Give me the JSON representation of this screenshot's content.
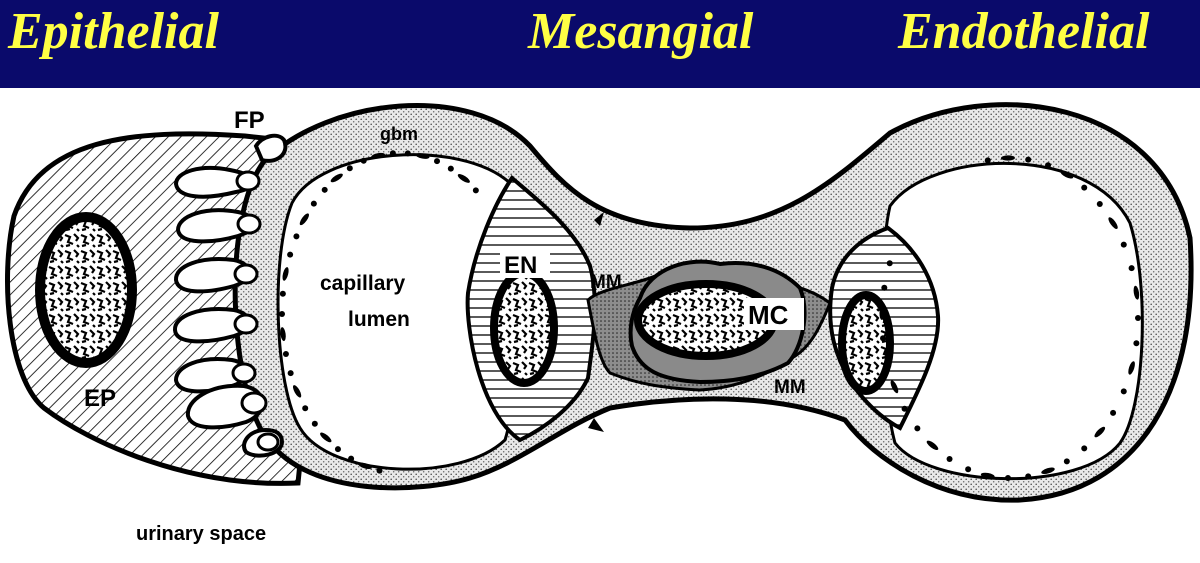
{
  "banner": {
    "titles": [
      "Epithelial",
      "Mesangial",
      "Endothelial"
    ]
  },
  "labels": {
    "fp": "FP",
    "gbm": "gbm",
    "en": "EN",
    "mm_top": "MM",
    "mm_bottom": "MM",
    "mc": "MC",
    "ep": "EP",
    "capillary_line1": "capillary",
    "capillary_line2": "lumen",
    "urinary_space": "urinary space"
  },
  "colors": {
    "banner_bg": "#0a0a6b",
    "banner_text": "#ffff44",
    "ink": "#000000"
  }
}
